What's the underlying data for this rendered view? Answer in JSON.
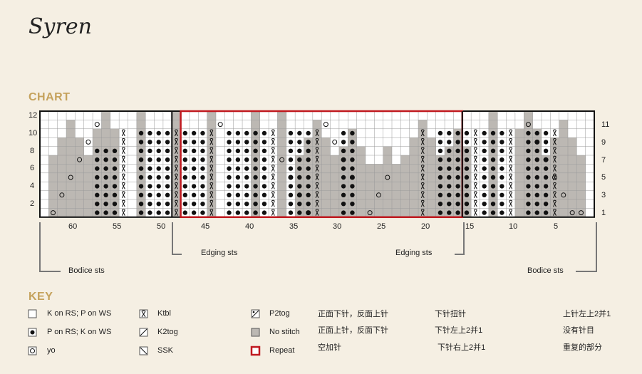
{
  "title": "Syren",
  "chart_heading": "CHART",
  "key_heading": "KEY",
  "left_row_numbers": [
    "12",
    "10",
    "8",
    "6",
    "4",
    "2"
  ],
  "right_row_numbers": [
    "11",
    "9",
    "7",
    "5",
    "3",
    "1"
  ],
  "stitch_numbers": [
    "60",
    "55",
    "50",
    "45",
    "40",
    "35",
    "30",
    "25",
    "20",
    "15",
    "10",
    "5"
  ],
  "labels": {
    "edging_left": "Edging sts",
    "edging_right": "Edging sts",
    "bodice_left": "Bodice sts",
    "bodice_right": "Bodice sts"
  },
  "key": [
    {
      "symbol": "knit",
      "label": "K on RS; P on WS"
    },
    {
      "symbol": "purl",
      "label": "P on RS; K on WS"
    },
    {
      "symbol": "yo",
      "label": "yo"
    },
    {
      "symbol": "ktbl",
      "label": "Ktbl"
    },
    {
      "symbol": "k2tog",
      "label": "K2tog"
    },
    {
      "symbol": "ssk",
      "label": "SSK"
    },
    {
      "symbol": "p2tog",
      "label": "P2tog"
    },
    {
      "symbol": "nostitch",
      "label": "No stitch"
    },
    {
      "symbol": "repeat",
      "label": "Repeat"
    }
  ],
  "chinese_notes": [
    "正面下针，反面上针",
    "空加针",
    "正面上针，反面下针",
    "下针扭针",
    "下针左上2并1",
    "下针右上2并1",
    "上针左上2并1",
    "没有针目",
    "重复的部分"
  ],
  "colors": {
    "accent": "#c5a25c",
    "repeat": "#c0191f",
    "nostitch": "#bcb8b3",
    "background": "#f5efe3"
  }
}
